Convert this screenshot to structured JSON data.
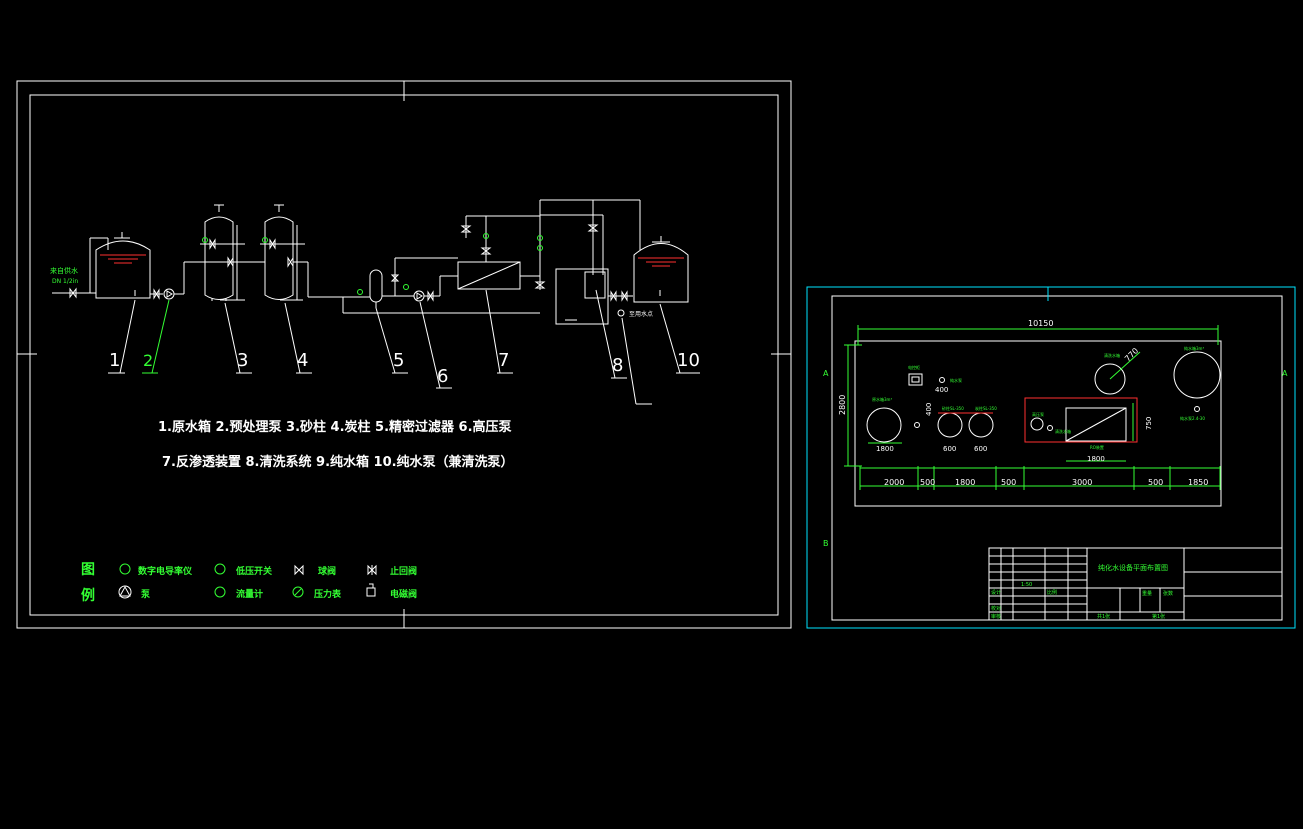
{
  "colors": {
    "background": "#000000",
    "line": "#ffffff",
    "annotation": "#33ff33",
    "frame": "#00e5ff",
    "liquid": "#ff3030"
  },
  "process_sheet": {
    "inlet_label_1": "来自供水",
    "inlet_label_2": "DN 1/2in",
    "equipment_numbers": [
      "1",
      "2",
      "3",
      "4",
      "5",
      "6",
      "7",
      "8",
      "10"
    ],
    "outlet_label": "至用水点",
    "caption_line_1": "1.原水箱 2.预处理泵 3.砂柱 4.炭柱 5.精密过滤器 6.高压泵",
    "caption_line_2": "7.反渗透装置 8.清洗系统 9.纯水箱 10.纯水泵（兼清洗泵）",
    "legend": {
      "title_top": "图",
      "title_bottom": "例",
      "items": [
        {
          "icon": "conductivity-meter-icon",
          "glyph": "㊀",
          "label": "数字电导率仪"
        },
        {
          "icon": "low-pressure-switch-icon",
          "glyph": "㊁",
          "label": "低压开关"
        },
        {
          "icon": "ball-valve-icon",
          "glyph": "⋈",
          "label": "球阀"
        },
        {
          "icon": "check-valve-icon",
          "glyph": "⋈",
          "label": "止回阀"
        },
        {
          "icon": "pump-icon",
          "glyph": "△",
          "label": "泵"
        },
        {
          "icon": "flowmeter-icon",
          "glyph": "⊛",
          "label": "流量计"
        },
        {
          "icon": "pressure-gauge-icon",
          "glyph": "⊘",
          "label": "压力表"
        },
        {
          "icon": "solenoid-valve-icon",
          "glyph": "凸",
          "label": "电磁阀"
        }
      ]
    }
  },
  "layout_sheet": {
    "grid_letters": [
      "A",
      "A",
      "B"
    ],
    "dimensions": {
      "overall": "10150",
      "height": "2800",
      "pipe_a": "400",
      "pipe_b": "400",
      "tank_dia": "770",
      "bottom": [
        "2000",
        "500",
        "1800",
        "500",
        "3000",
        "500",
        "1850"
      ],
      "inner": [
        "1800",
        "600",
        "600",
        "750",
        "1800"
      ]
    },
    "labels": {
      "raw_tank": "原水箱3m³",
      "control": "电控柜",
      "pump_label": "纯水泵",
      "sand_column": "砂柱SL-350",
      "carbon_column": "炭柱SL-350",
      "hp_pump": "高压泵",
      "ro_unit": "RO装置",
      "clean_tank": "清洗水箱",
      "pure_tank": "纯水箱3m³",
      "pure_pump": "纯水泵2.4-30"
    },
    "title_block": {
      "drawing_title": "纯化水设备平面布置图",
      "cells": [
        "设计",
        "校对",
        "审核",
        "比例",
        "1:50",
        "共1张",
        "第1张",
        "重量",
        "张数"
      ]
    }
  }
}
